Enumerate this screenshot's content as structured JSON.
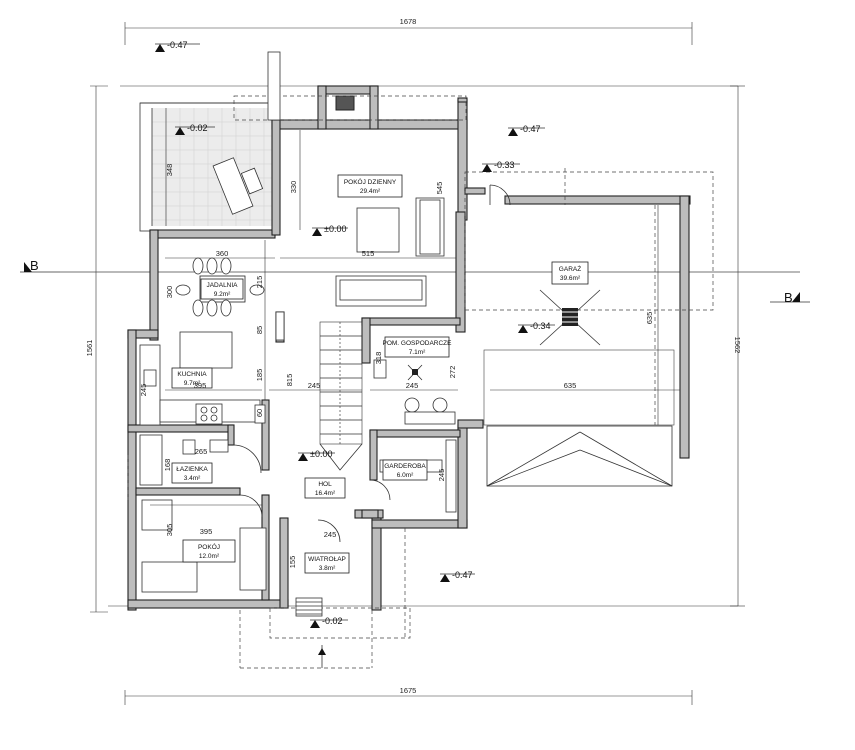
{
  "rooms": {
    "living": {
      "name": "POKÓJ DZIENNY",
      "area": "29.4m²"
    },
    "dining": {
      "name": "JADALNIA",
      "area": "9.2m²"
    },
    "kitchen": {
      "name": "KUCHNIA",
      "area": "9.7m²"
    },
    "bathroom": {
      "name": "ŁAZIENKA",
      "area": "3.4m²"
    },
    "room": {
      "name": "POKÓJ",
      "area": "12.0m²"
    },
    "hall": {
      "name": "HOL",
      "area": "16.4m²"
    },
    "vestibule": {
      "name": "WIATROŁAP",
      "area": "3.8m²"
    },
    "wardrobe": {
      "name": "GARDEROBA",
      "area": "6.0m²"
    },
    "utility": {
      "name": "POM. GOSPODARCZE",
      "area": "7.1m²"
    },
    "garage": {
      "name": "GARAŻ",
      "area": "39.6m²"
    }
  },
  "levels": {
    "nw": "-0.47",
    "terrace": "-0.02",
    "east": "-0.47",
    "garage_door": "-0.33",
    "living": "±0.00",
    "garage": "-0.34",
    "hall": "±0.00",
    "south": "-0.47",
    "entrance": "-0.02"
  },
  "dimensions": {
    "top_total": "1678",
    "bottom_total": "1675",
    "left_total": "1561",
    "right_total": "1562",
    "d348": "348",
    "d330": "330",
    "d545": "545",
    "d360": "360",
    "d515": "515",
    "d300": "300",
    "d215": "215",
    "d85": "85",
    "d185": "185",
    "d395_kitchen": "395",
    "d815": "815",
    "d245_a": "245",
    "d245_b": "245",
    "d635_garage_h": "635",
    "d635_garage_v": "635",
    "d318": "318",
    "d272": "272",
    "d245_left": "245",
    "d60": "60",
    "d265": "265",
    "d168": "168",
    "d395_room": "395",
    "d305": "305",
    "d155": "155",
    "d245_vest": "245",
    "d245_wardrobe": "245"
  },
  "sections": {
    "left": "B",
    "right": "B"
  },
  "colors": {
    "wall": "#bdbdbd",
    "line": "#222222"
  }
}
